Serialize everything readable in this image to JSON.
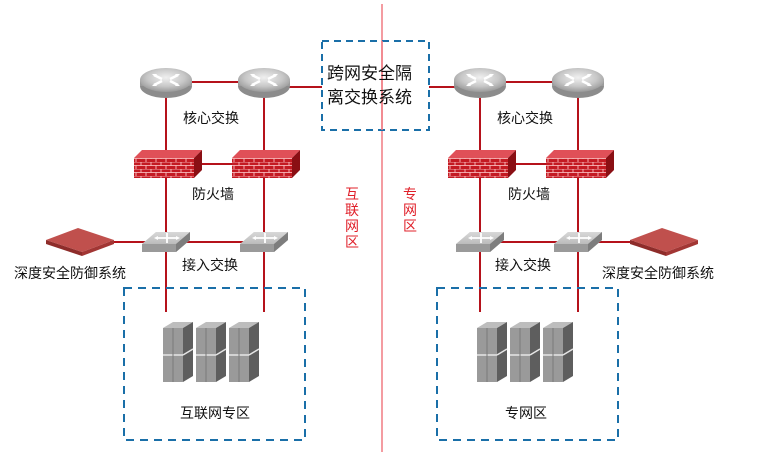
{
  "gateway": {
    "line1": "跨网安全隔",
    "line2": "离交换系统"
  },
  "zones": {
    "left_vertical": "互联网区",
    "right_vertical": "专网区"
  },
  "left": {
    "core_label": "核心交换",
    "firewall_label": "防火墙",
    "access_label": "接入交换",
    "defense_label": "深度安全防御系统",
    "server_zone_label": "互联网专区"
  },
  "right": {
    "core_label": "核心交换",
    "firewall_label": "防火墙",
    "access_label": "接入交换",
    "defense_label": "深度安全防御系统",
    "server_zone_label": "专网区"
  },
  "colors": {
    "link": "#b5121b",
    "divider": "#f07b82",
    "dashed_box": "#1a6fa8",
    "zone_text": "#e0202a",
    "firewall": "#c41a22",
    "defense": "#c0504d"
  }
}
